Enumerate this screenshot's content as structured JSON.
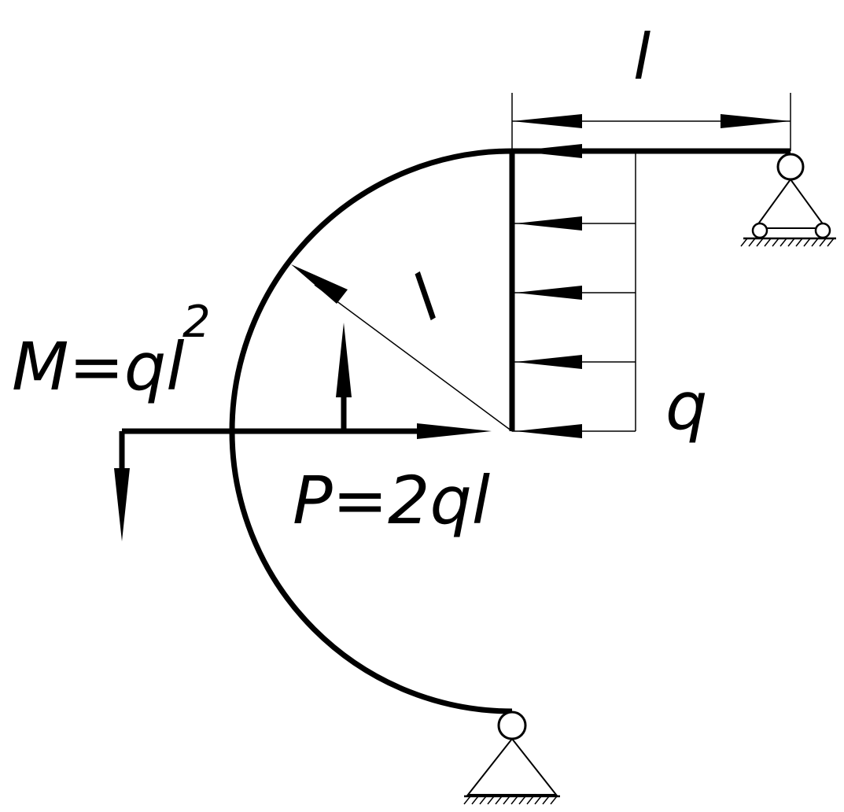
{
  "labels": {
    "span_l": "l",
    "radius_l": "l",
    "moment": "M=ql",
    "moment_exp": "2",
    "force": "P=2ql",
    "load": "q"
  },
  "colors": {
    "ink": "#000000",
    "background": "#ffffff"
  },
  "icons": {
    "roller_support": "roller-support-icon",
    "pin_support": "pin-support-icon"
  }
}
